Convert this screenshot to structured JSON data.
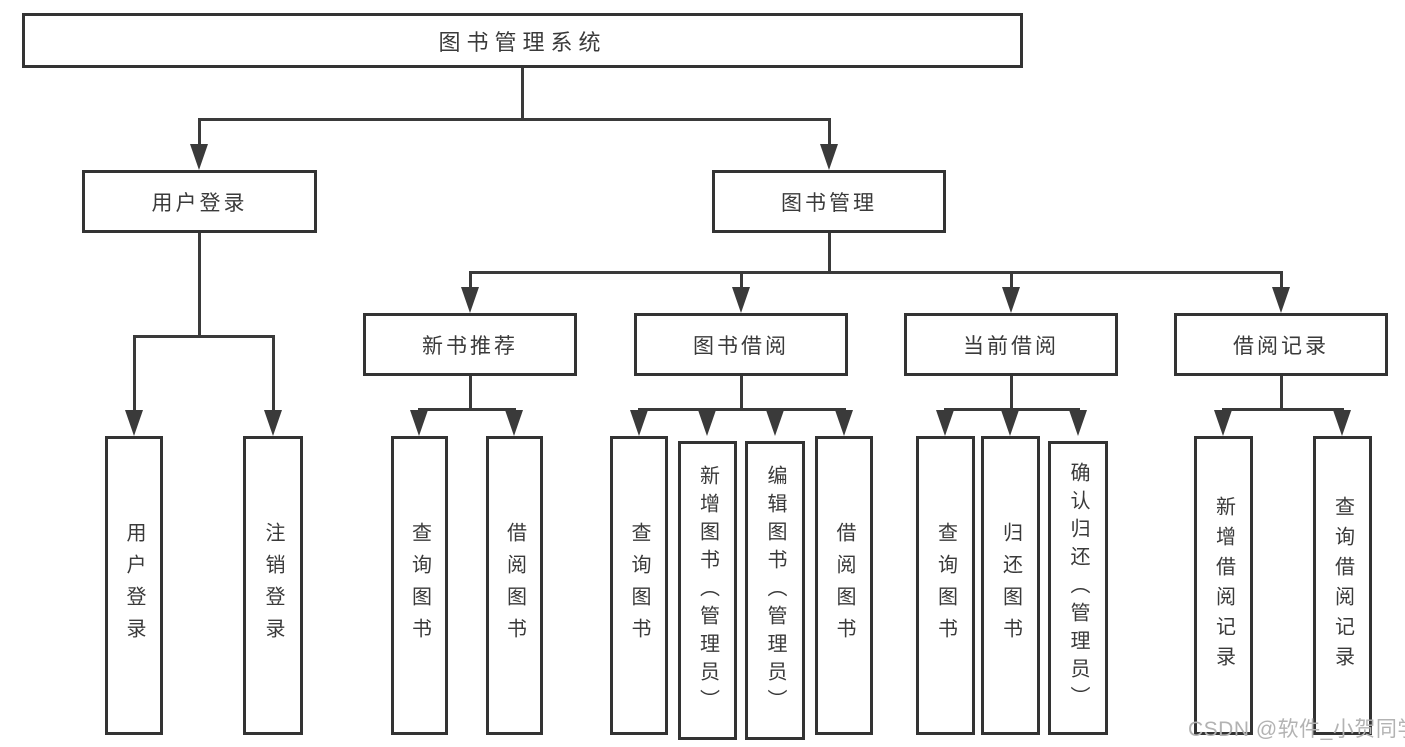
{
  "diagram_title": "图书管理系统",
  "tree": {
    "label": "图书管理系统",
    "children": [
      {
        "label": "用户登录",
        "children": [
          {
            "label": "用户登录"
          },
          {
            "label": "注销登录"
          }
        ]
      },
      {
        "label": "图书管理",
        "children": [
          {
            "label": "新书推荐",
            "children": [
              {
                "label": "查询图书"
              },
              {
                "label": "借阅图书"
              }
            ]
          },
          {
            "label": "图书借阅",
            "children": [
              {
                "label": "查询图书"
              },
              {
                "label": "新增图书（管理员）"
              },
              {
                "label": "编辑图书（管理员）"
              },
              {
                "label": "借阅图书"
              }
            ]
          },
          {
            "label": "当前借阅",
            "children": [
              {
                "label": "查询图书"
              },
              {
                "label": "归还图书"
              },
              {
                "label": "确认归还（管理员）"
              }
            ]
          },
          {
            "label": "借阅记录",
            "children": [
              {
                "label": "新增借阅记录"
              },
              {
                "label": "查询借阅记录"
              }
            ]
          }
        ]
      }
    ]
  },
  "watermark": {
    "text": "CSDN @软件_小贺同学"
  },
  "colors": {
    "line": "#3a3a3a",
    "box_border": "#333333",
    "text": "#3a3a3a",
    "watermark": "#b3b3b3",
    "background": "#ffffff"
  }
}
